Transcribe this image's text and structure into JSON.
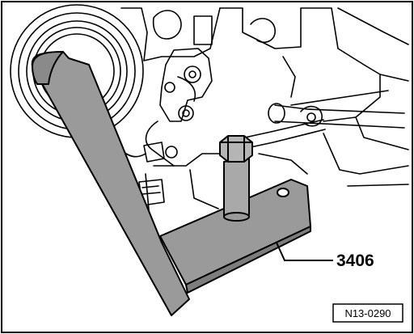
{
  "diagram": {
    "part_number": "3406",
    "figure_code": "N13-0290"
  },
  "colors": {
    "tool_fill": "#9a9a9a",
    "line": "#000000",
    "background": "#ffffff"
  },
  "icons": [
    "engine-illustration",
    "holding-tool-3406",
    "bolt-icon",
    "pin-icon"
  ]
}
